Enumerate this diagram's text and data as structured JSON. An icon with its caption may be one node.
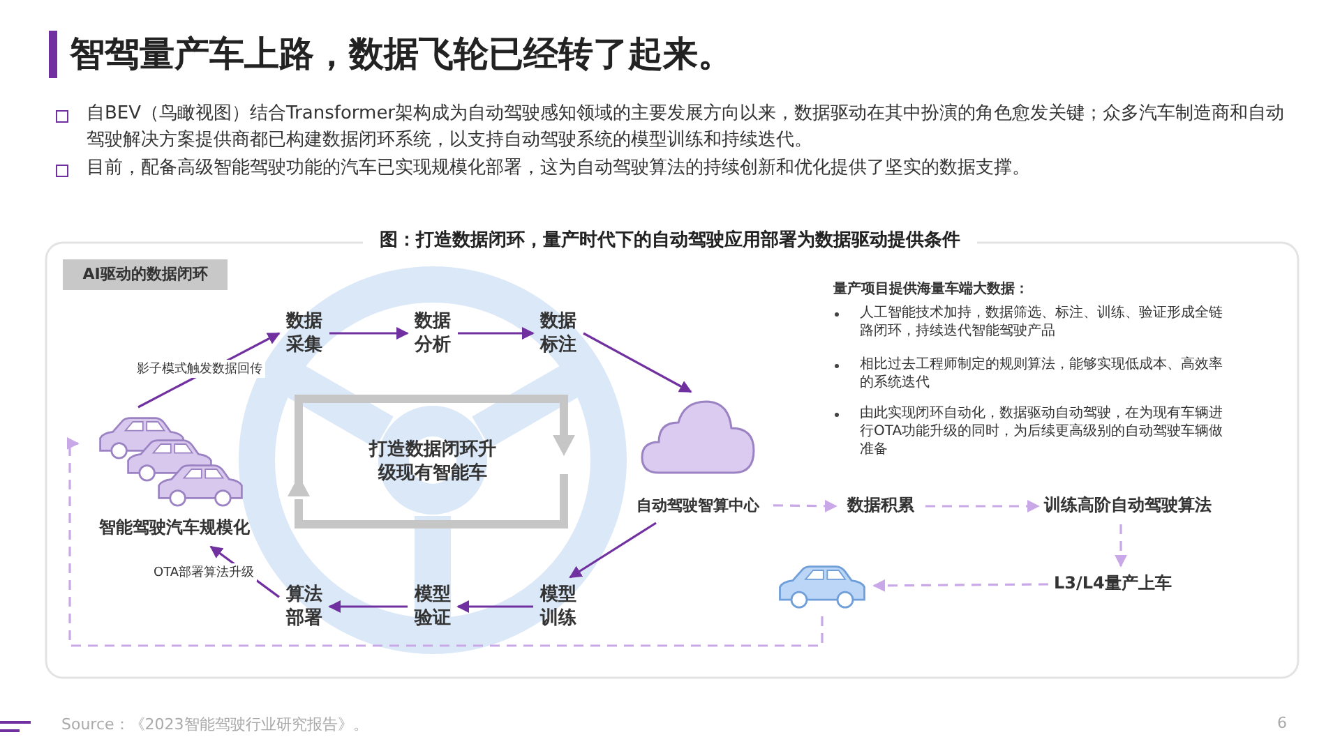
{
  "diagram": {
    "title": "智驾量产车上路，数据飞轮已经转了起来。",
    "nodes": [
      {
        "text": [
          "AI驱动的数据闭环"
        ]
      },
      {
        "text": [
          "数据采集"
        ]
      },
      {
        "text": [
          "数据分析"
        ]
      },
      {
        "text": [
          "数据标注"
        ]
      },
      {
        "text": [
          "智能驾驶汽车规模化"
        ]
      },
      {
        "text": [
          "打造数据闭环升级现有智能车"
        ]
      },
      {
        "text": [
          "自动驾驶智算中心"
        ]
      },
      {
        "text": [
          "数据积累"
        ]
      },
      {
        "text": [
          "训练高阶自动驾驶算法"
        ]
      },
      {
        "text": [
          "算法部署"
        ]
      },
      {
        "text": [
          "模型验证"
        ]
      },
      {
        "text": [
          "模型训练"
        ]
      },
      {
        "text": [],
        "shape": "picture"
      },
      {
        "text": [
          "L3/L4量产上车"
        ]
      }
    ],
    "edges": [
      {
        "from": 4,
        "to": 1,
        "arrow": "to",
        "label": "影子模式触发数据回传"
      },
      {
        "from": 1,
        "to": 2,
        "arrow": "to"
      },
      {
        "from": 2,
        "to": 3,
        "arrow": "to"
      },
      {
        "from": 3,
        "to": 6,
        "arrow": "to"
      },
      {
        "from": 6,
        "to": 11,
        "arrow": "to"
      },
      {
        "from": 11,
        "to": 10,
        "arrow": "to"
      },
      {
        "from": 10,
        "to": 9,
        "arrow": "to"
      },
      {
        "from": 9,
        "to": 4,
        "arrow": "to",
        "label": "OTA部署算法升级"
      },
      {
        "from": 6,
        "to": 7,
        "arrow": "to",
        "style": "dashed",
        "color": "#c9a8e8"
      },
      {
        "from": 7,
        "to": 8,
        "arrow": "to",
        "style": "dashed",
        "color": "#c9a8e8"
      },
      {
        "from": 8,
        "to": 13,
        "arrow": "to",
        "style": "dashed",
        "color": "#c9a8e8"
      },
      {
        "from": 13,
        "to": 12,
        "arrow": "to",
        "style": "dashed",
        "color": "#c9a8e8"
      },
      {
        "from": 12,
        "to": 4,
        "arrow": "to",
        "style": "dashed",
        "color": "#c9a8e8"
      }
    ],
    "labels": [
      "自BEV（鸟瞰视图）结合Transformer架构成为自动驾驶感知领域的主要发展方向以来，数据驱动在其中扮演的角色愈发关键；众多汽车制造商和自动驾驶解决方案提供商都已构建数据闭环系统，以支持自动驾驶系统的模型训练和持续迭代。",
      "目前，配备高级智能驾驶功能的汽车已实现规模化部署，这为自动驾驶算法的持续创新和优化提供了坚实的数据支撑。",
      "图：打造数据闭环，量产时代下的自动驾驶应用部署为数据驱动提供条件",
      "量产项目提供海量车端大数据：",
      "人工智能技术加持，数据筛选、标注、训练、验证形成全链路闭环，持续迭代智能驾驶产品",
      "相比过去工程师制定的规则算法，能够实现低成本、高效率的系统迭代",
      "由此实现闭环自动化，数据驱动自动驾驶，在为现有车辆进行OTA功能升级的同时，为后续更高级别的自动驾驶车辆做准备",
      "Source：《2023智能驾驶行业研究报告》。",
      "6"
    ]
  }
}
